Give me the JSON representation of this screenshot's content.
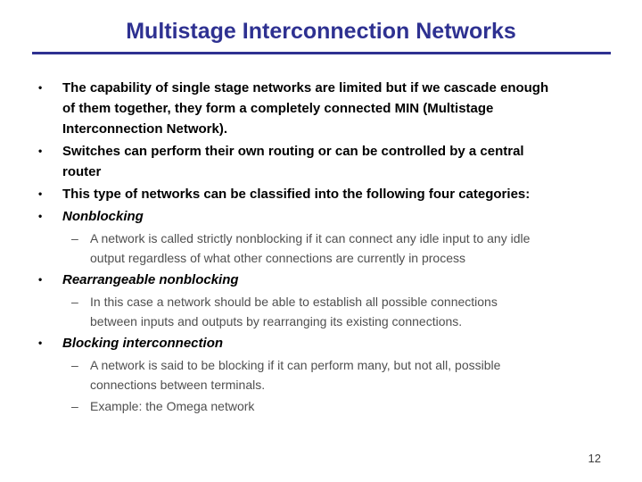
{
  "title": "Multistage Interconnection Networks",
  "page_number": "12",
  "colors": {
    "accent": "#2e3191",
    "body_text": "#000000",
    "sub_text": "#4f4f4f",
    "background": "#ffffff"
  },
  "markers": {
    "bullet": "•",
    "dash": "–"
  },
  "content": {
    "items": [
      {
        "type": "bullet",
        "lines": [
          "The capability of single stage networks are limited but if we cascade enough",
          "of them together, they form a completely connected MIN (Multistage",
          "Interconnection Network)."
        ]
      },
      {
        "type": "bullet",
        "lines": [
          "Switches can perform their own routing or can be controlled by a central",
          "router"
        ]
      },
      {
        "type": "bullet",
        "lines": [
          "This type of networks can be classified into the following four categories:"
        ]
      },
      {
        "type": "bullet-italic",
        "lines": [
          "Nonblocking"
        ]
      },
      {
        "type": "sub",
        "lines": [
          "A network is called strictly nonblocking if it can connect any idle input to any idle",
          "output regardless of what other connections are currently in process"
        ]
      },
      {
        "type": "bullet-italic",
        "lines": [
          "Rearrangeable nonblocking"
        ]
      },
      {
        "type": "sub",
        "lines": [
          "In this case a network should be able to establish all possible connections",
          "between inputs and outputs by rearranging its existing connections."
        ]
      },
      {
        "type": "bullet-italic",
        "lines": [
          "Blocking interconnection"
        ]
      },
      {
        "type": "sub",
        "lines": [
          "A network is said to be blocking if it can perform many, but not all, possible",
          "connections between terminals."
        ]
      },
      {
        "type": "sub",
        "lines": [
          "Example: the Omega network"
        ]
      }
    ]
  }
}
